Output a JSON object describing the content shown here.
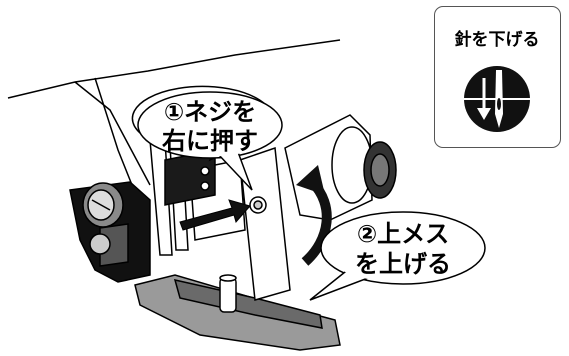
{
  "callout_loosen": {
    "line1": "①ネジを",
    "line2": "右に押す"
  },
  "callout_raise": {
    "line1": "②上メス",
    "line2": "を上げる"
  },
  "inset": {
    "title": "針を下げる",
    "icon": "needle-down-icon"
  },
  "colors": {
    "line": "#000000",
    "gray_light": "#eeeeee",
    "gray_mid": "#8a8a8a",
    "gray_dark": "#555555",
    "black": "#111111"
  }
}
